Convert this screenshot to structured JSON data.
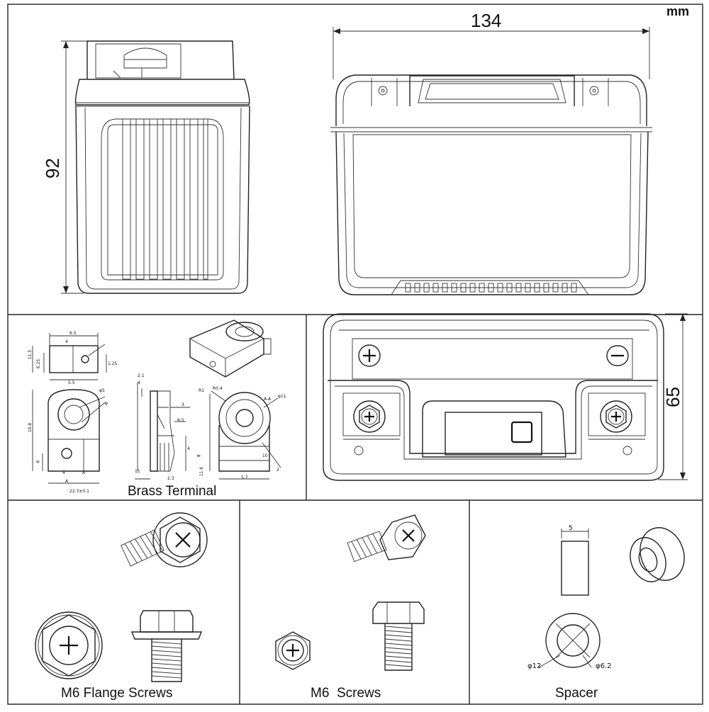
{
  "unit_label": "mm",
  "dimensions": {
    "length": "134",
    "height": "92",
    "width": "65"
  },
  "panels": {
    "brass_terminal": "Brass Terminal",
    "m6_flange_screws": "M6 Flange Screws",
    "m6_screws": "M6  Screws",
    "spacer": "Spacer"
  },
  "terminal_drawing_labels": [
    "6.5",
    "4",
    "11.5",
    "6.25",
    "1.25",
    "5.5",
    "φ5",
    "φ",
    "10.8",
    "6",
    "4",
    "A",
    "A",
    "22.3±0.1",
    "2:1",
    "4",
    "3",
    "6.5",
    "4",
    "11",
    "2.3",
    "A-A",
    "φ",
    "11.6",
    "5.7",
    "10",
    "2",
    "R1",
    "R0.4",
    "φ11"
  ],
  "spacer_labels": {
    "thickness": "5",
    "outer_diameter": "φ12",
    "inner_diameter": "φ6.2"
  },
  "terminal_symbols": {
    "positive": "+",
    "negative": "−"
  }
}
